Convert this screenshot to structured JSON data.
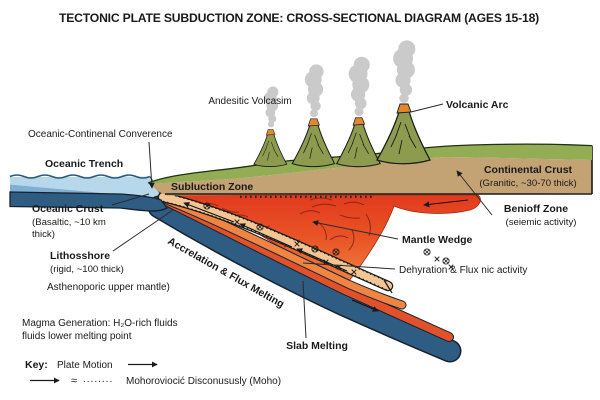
{
  "title": "TECTONIC PLATE SUBDUCTION ZONE: CROSS-SECTIONAL DIAGRAM (AGES 15-18)",
  "colors": {
    "ocean_water": "#b7d8ea",
    "ocean_mid": "#7fb0d2",
    "plate_navy": "#2e5c82",
    "plate_outline": "#15222e",
    "slab_red": "#e1522a",
    "slab_orange": "#ef8443",
    "channel_tan": "#f2c594",
    "wedge_red_top": "#e23a1d",
    "wedge_red_mid": "#e85526",
    "wedge_orange": "#f48a47",
    "surface_green": "#93ad55",
    "crust_tan": "#c3a274",
    "volcano_olive": "#8d9b4f",
    "crater_orange": "#e2862f",
    "smoke_gray": "#c6c6c6"
  },
  "labels": {
    "andesitic_volcanism": "Andesitic Volcasim",
    "volcanic_arc": "Volcanic Arc",
    "convergence": "Oceanic-Continenal Converence",
    "oceanic_trench": "Oceanic Trench",
    "subduction_zone": "Subluction Zone",
    "continental_crust": "Continental Crust",
    "continental_crust_sub": "(Granitic, ~30-70 thick)",
    "benioff_zone": "Benioff Zone",
    "benioff_zone_sub": "(seiemic activity)",
    "oceanic_crust": "Oceanic Crust",
    "oceanic_crust_sub1": "(Basaltic, ~10 km",
    "oceanic_crust_sub2": "thick)",
    "lithosphere": "Lithosshore",
    "lithosphere_sub": "(rigid, ~100 thick)",
    "asthenosphere": "Asthenoporic upper mantle)",
    "accretion_flux": "Accrelation & Flux Melting",
    "mantle_wedge": "Mantle Wedge",
    "dehydration": "Dehyration & Flux nic activity",
    "slab_melting": "Slab Melting",
    "magma_line1": "Magma Generation: H₂O-rich fluids",
    "magma_line2": "fluids lower melting point"
  },
  "key": {
    "heading": "Key:",
    "plate_motion": "Plate Motion",
    "approx": "≈",
    "dots": "........",
    "moho_label": "Mohoroviocić Disconususly (Moho)"
  }
}
